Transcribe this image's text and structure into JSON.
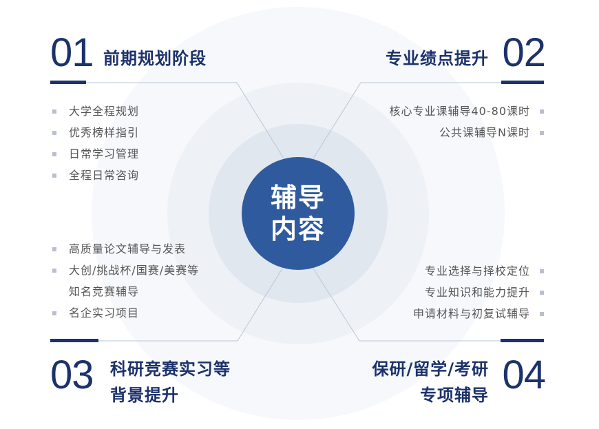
{
  "center": {
    "line1": "辅导",
    "line2": "内容"
  },
  "sections": [
    {
      "num": "01",
      "title": "前期规划阶段",
      "items": [
        "大学全程规划",
        "优秀榜样指引",
        "日常学习管理",
        "全程日常咨询"
      ]
    },
    {
      "num": "02",
      "title": "专业绩点提升",
      "items": [
        "核心专业课辅导40-80课时",
        "公共课辅导N课时"
      ]
    },
    {
      "num": "03",
      "title_line1": "科研竞赛实习等",
      "title_line2": "背景提升",
      "items": [
        "高质量论文辅导与发表",
        "大创/挑战杯/国赛/美赛等",
        "知名竞赛辅导",
        "名企实习项目"
      ]
    },
    {
      "num": "04",
      "title_line1": "保研/留学/考研",
      "title_line2": "专项辅导",
      "items": [
        "专业选择与择校定位",
        "专业知识和能力提升",
        "申请材料与初复试辅导"
      ]
    }
  ],
  "colors": {
    "primary": "#1c326b",
    "center": "#2f5b9e",
    "text": "#555555",
    "bullet": "#b8bfcf"
  }
}
